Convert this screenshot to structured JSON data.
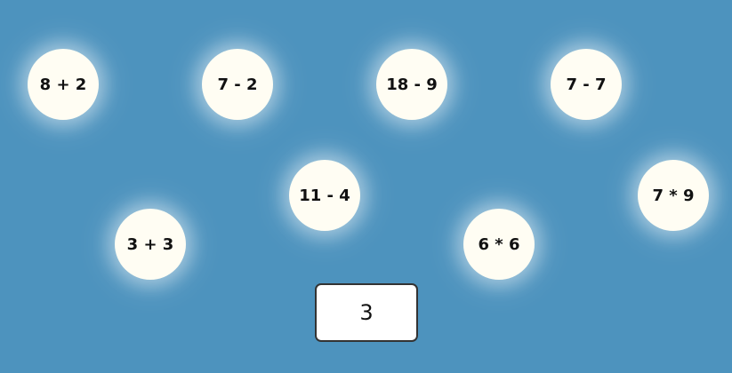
{
  "bubbles": [
    {
      "id": "b1",
      "expression": "8 + 2"
    },
    {
      "id": "b2",
      "expression": "7 - 2"
    },
    {
      "id": "b3",
      "expression": "18 - 9"
    },
    {
      "id": "b4",
      "expression": "7 - 7"
    },
    {
      "id": "b5",
      "expression": "11 - 4"
    },
    {
      "id": "b6",
      "expression": "7 * 9"
    },
    {
      "id": "b7",
      "expression": "3 + 3"
    },
    {
      "id": "b8",
      "expression": "6 * 6"
    }
  ],
  "target": {
    "value": "3"
  },
  "colors": {
    "background": "#4d93be",
    "bubble": "#fffdf3",
    "text": "#111111",
    "answer_border": "#333333"
  }
}
